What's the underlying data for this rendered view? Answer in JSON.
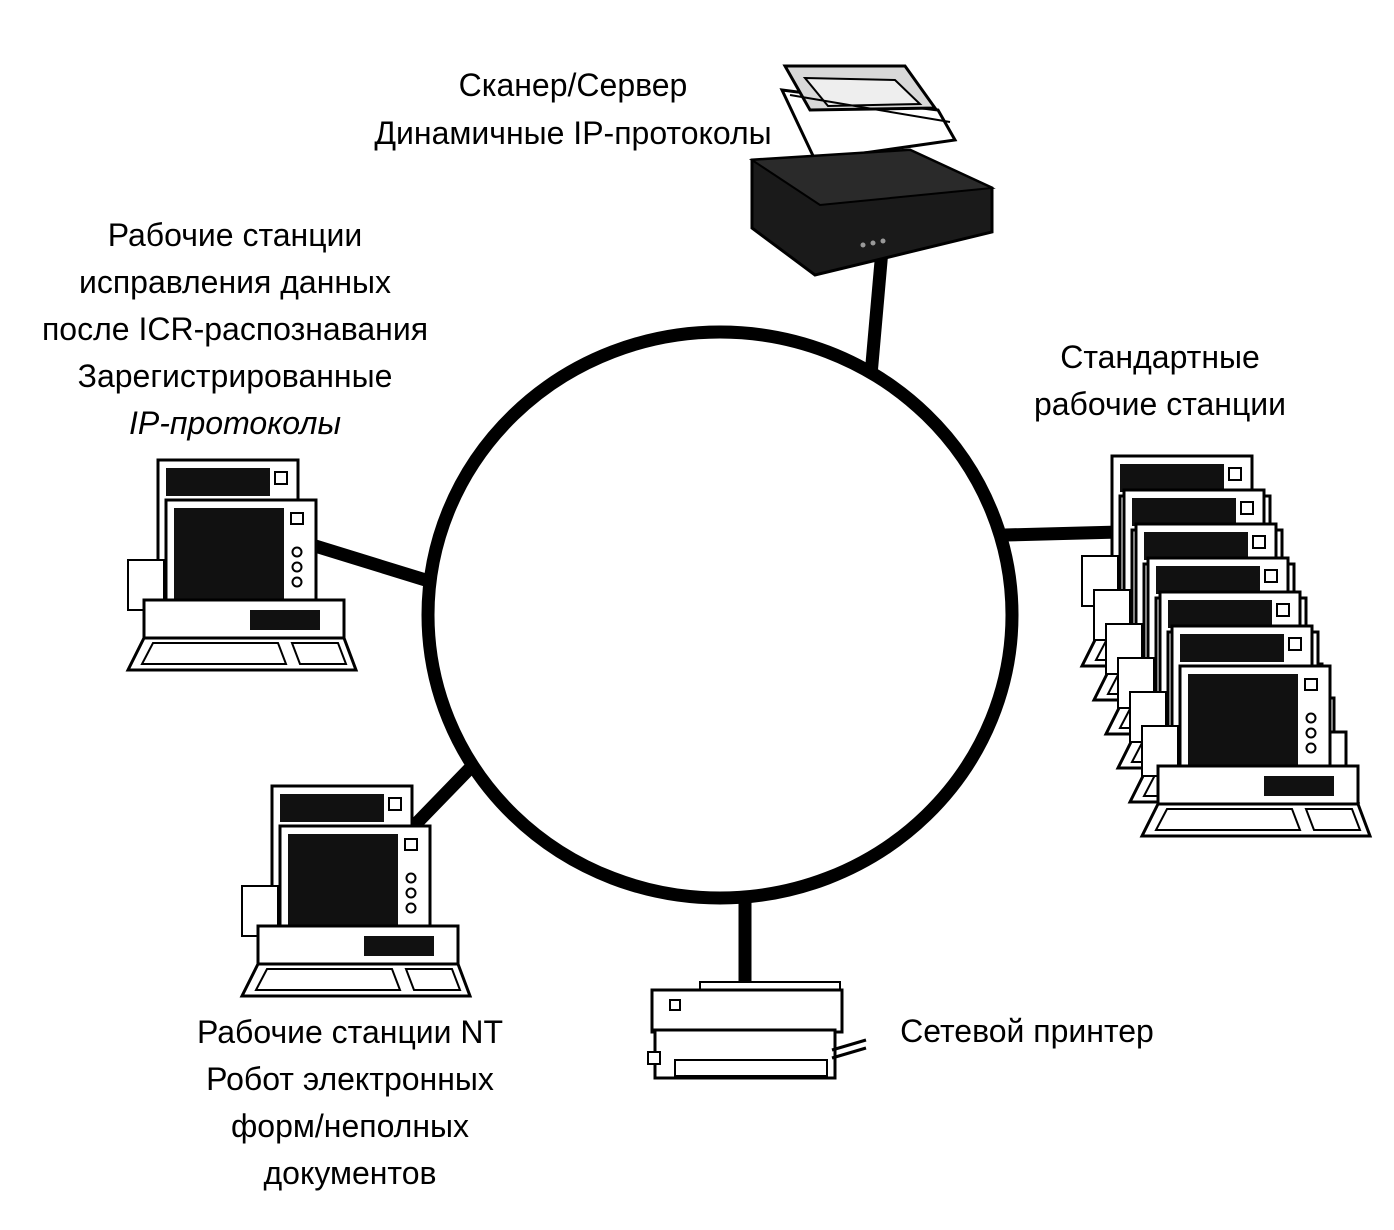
{
  "labels": {
    "scanner": [
      "Сканер/Сервер",
      "Динамичные IP-протоколы"
    ],
    "correction": [
      "Рабочие станции",
      "исправления данных",
      "после ICR-распознавания",
      "Зарегистрированные",
      "IP-протоколы"
    ],
    "standard": [
      "Стандартные",
      "рабочие станции"
    ],
    "nt": [
      "Рабочие станции NT",
      "Робот электронных",
      "форм/неполных",
      "документов"
    ],
    "printer": [
      "Сетевой принтер"
    ]
  }
}
